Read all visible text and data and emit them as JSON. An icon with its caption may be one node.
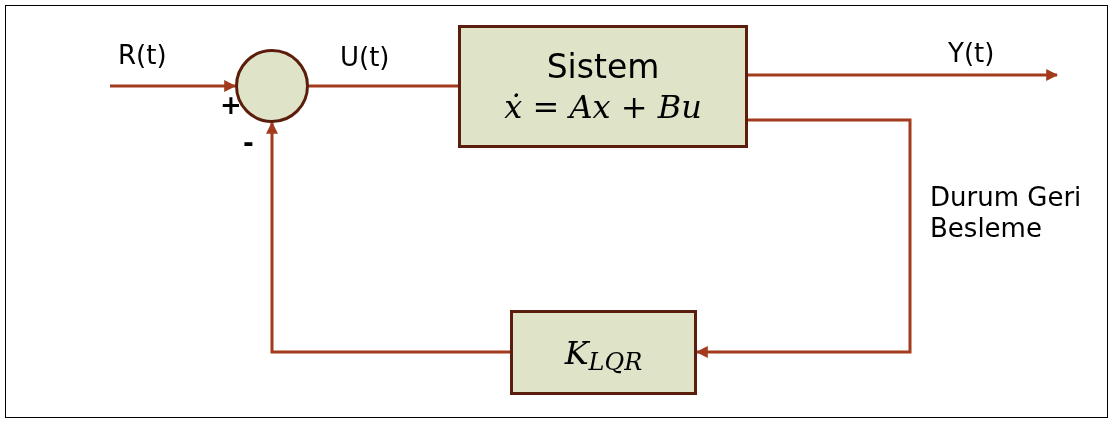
{
  "diagram": {
    "nodes": [
      {
        "text": [],
        "shape": "circle"
      },
      {
        "text": [
          "Sistem",
          "ẋ = Ax + Bu"
        ]
      },
      {
        "text": [
          "K$_{LQR}$"
        ]
      }
    ],
    "edges": [
      {
        "from": null,
        "to": 0,
        "arrow": "to",
        "label": "R(t)"
      },
      {
        "from": 0,
        "to": 1,
        "arrow": "none",
        "label": "U(t)"
      },
      {
        "from": 1,
        "to": null,
        "arrow": "to",
        "label": "Y(t)"
      },
      {
        "from": 1,
        "to": 2,
        "arrow": "to",
        "label": "Durum Geri Besleme"
      },
      {
        "from": 2,
        "to": 0,
        "arrow": "to"
      }
    ],
    "labels": [
      "+",
      "-"
    ]
  }
}
